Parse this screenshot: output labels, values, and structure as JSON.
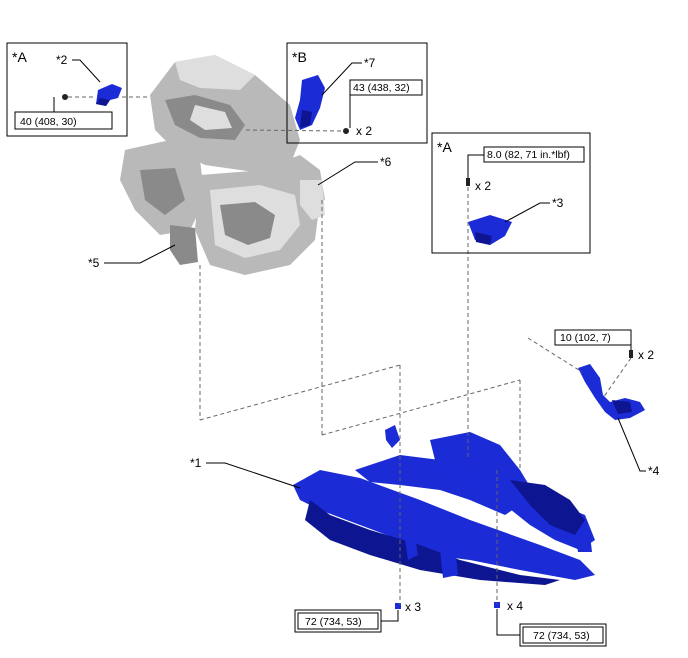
{
  "views": {
    "view_a_top": {
      "letter": "*A"
    },
    "view_b": {
      "letter": "*B"
    },
    "view_a_right": {
      "letter": "*A"
    }
  },
  "callouts": {
    "c1": "*1",
    "c2": "*2",
    "c3": "*3",
    "c4": "*4",
    "c5": "*5",
    "c6": "*6",
    "c7": "*7"
  },
  "torques": {
    "t_view_a_top": "40 (408, 30)",
    "t_view_b": "43 (438, 32)",
    "t_view_a_right": "8.0 (82, 71 in.*lbf)",
    "t_part4": "10 (102, 7)",
    "t_bottom_left": "72 (734, 53)",
    "t_bottom_right": "72 (734, 53)"
  },
  "quantities": {
    "q_view_b": "x 2",
    "q_view_a_right": "x 2",
    "q_part4": "x 2",
    "q_bottom_left": "x 3",
    "q_bottom_right": "x 4"
  },
  "colors": {
    "part_blue": "#1b2bd6",
    "engine_gray": "#b9b9b9",
    "line": "#000000"
  }
}
